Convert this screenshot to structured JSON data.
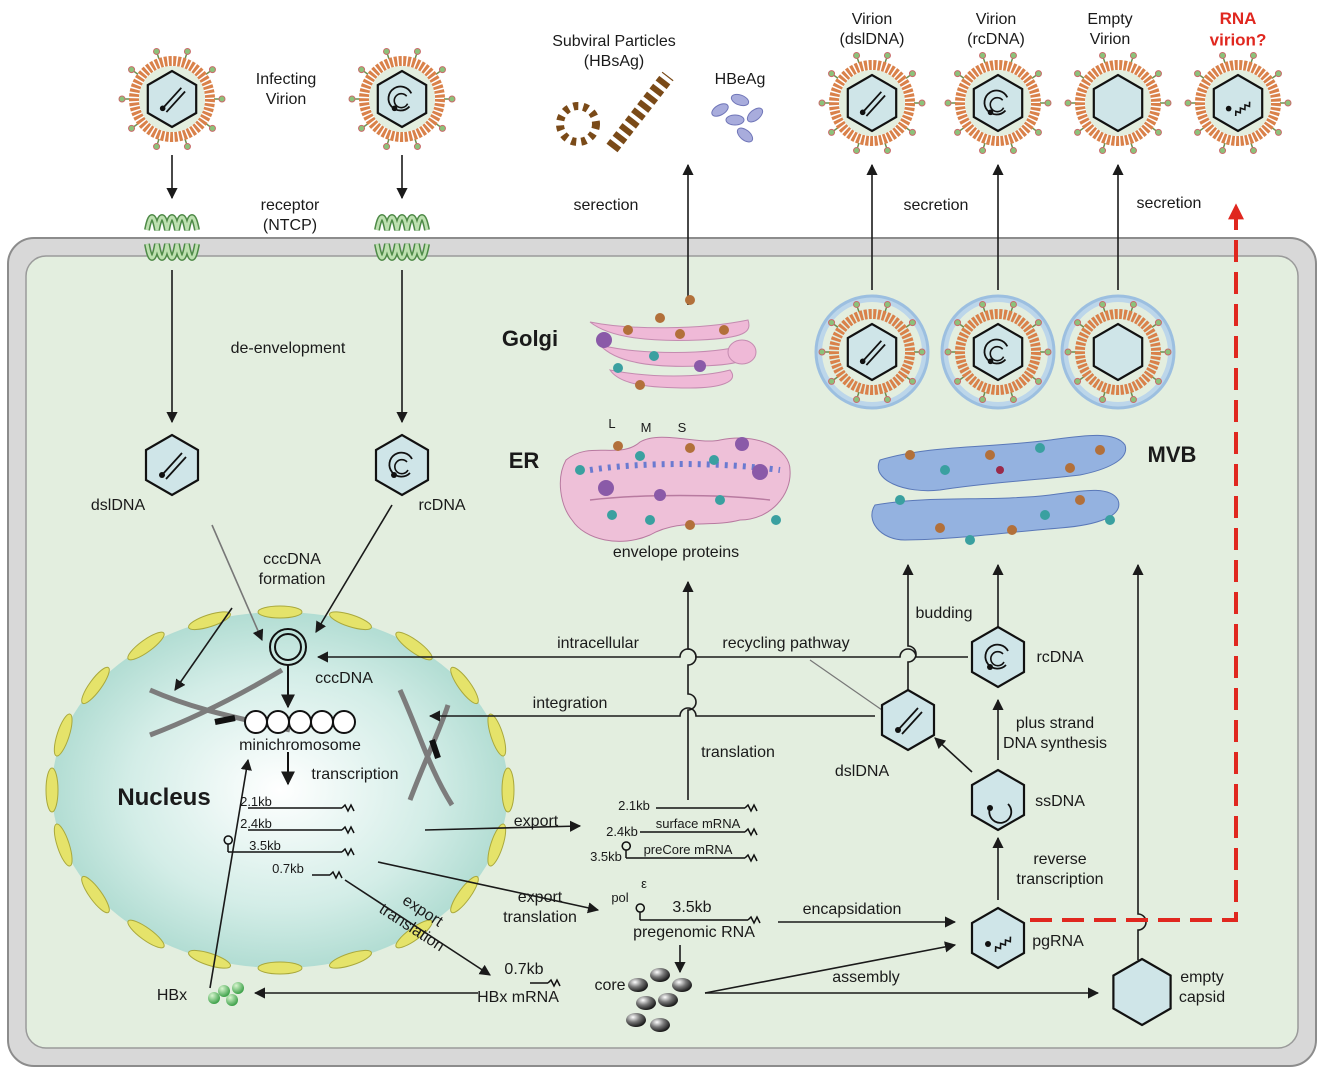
{
  "colors": {
    "cell_fill": "#e3eedf",
    "cell_border": "#9a9a9a",
    "capsid_fill": "#cfe5e8",
    "envelope": "#d9814a",
    "spike": "#8bc27a",
    "er": "#eec0d8",
    "golgi": "#efb9d7",
    "mvb": "#94b2e0",
    "nucleus": "#bfe3dc",
    "nuclear_pore": "#e5e36a",
    "red_path": "#e0271f"
  },
  "top": {
    "infecting_virion": "Infecting\nVirion",
    "receptor": "receptor\n(NTCP)",
    "subviral_particles": "Subviral Particles\n(HBsAg)",
    "hbeag": "HBeAg",
    "serection": "serection",
    "virion_dsldna": "Virion\n(dslDNA)",
    "virion_rcdna": "Virion\n(rcDNA)",
    "empty_virion": "Empty\nVirion",
    "rna_virion": "RNA\nvirion?",
    "secretion_1": "secretion",
    "secretion_2": "secretion"
  },
  "entry": {
    "de_envelopment": "de-envelopment",
    "dsldna": "dslDNA",
    "rcdna": "rcDNA",
    "cccdna_formation": "cccDNA\nformation"
  },
  "organelles": {
    "golgi": "Golgi",
    "er": "ER",
    "l": "L",
    "m": "M",
    "s": "S",
    "envelope_proteins": "envelope proteins",
    "mvb": "MVB"
  },
  "nucleus": {
    "label": "Nucleus",
    "cccdna": "cccDNA",
    "minichromosome": "minichromosome",
    "transcription": "transcription",
    "transcripts": [
      "2.1kb",
      "2.4kb",
      "3.5kb",
      "0.7kb"
    ]
  },
  "pathways": {
    "intracellular": "intracellular",
    "recycling_pathway": "recycling pathway",
    "integration": "integration",
    "translation": "translation",
    "export": "export",
    "export_translation": "export\ntranslation",
    "export_translation_diag": "export\ntranslation",
    "encapsidation": "encapsidation",
    "assembly": "assembly",
    "budding": "budding",
    "plus_strand": "plus strand\nDNA  synthesis",
    "reverse_transcription": "reverse\ntranscription"
  },
  "mrna": {
    "kb_21": "2.1kb",
    "kb_24": "2.4kb",
    "kb_35": "3.5kb",
    "surface_mrna": "surface mRNA",
    "precore_mrna": "preCore mRNA",
    "pol": "pol",
    "epsilon": "ε",
    "pg_kb": "3.5kb",
    "pregenomic_rna": "pregenomic RNA",
    "hbx_kb": "0.7kb",
    "hbx_mrna": "HBx mRNA"
  },
  "cytoplasm": {
    "hbx": "HBx",
    "core": "core",
    "pgrna": "pgRNA",
    "ssdna": "ssDNA",
    "dsldna": "dslDNA",
    "rcdna": "rcDNA",
    "empty_capsid": "empty\ncapsid"
  }
}
